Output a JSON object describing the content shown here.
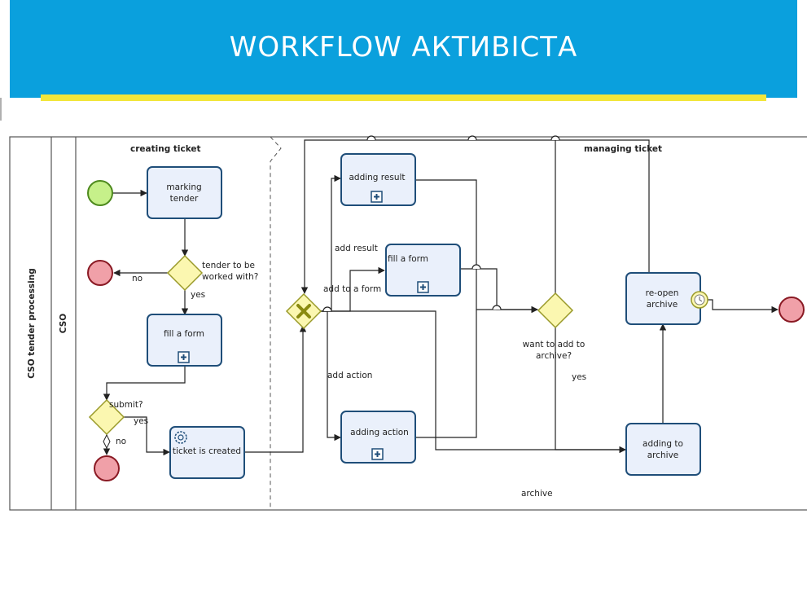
{
  "header": {
    "title": "WORKFLOW АКТИВІСТА"
  },
  "pool": {
    "name": "CSO tender processing",
    "lane": "CSO"
  },
  "groups": {
    "creating": "creating ticket",
    "managing": "managing ticket",
    "archive": "archive"
  },
  "tasks": {
    "marking_tender": [
      "marking",
      "tender"
    ],
    "fill_form_left": "fill a form",
    "ticket_created": "ticket is created",
    "adding_result": "adding result",
    "fill_form_mid": "fill a form",
    "adding_action": "adding  action",
    "reopen_archive": [
      "re-open",
      "archive"
    ],
    "adding_to_archive": [
      "adding to",
      "archive"
    ]
  },
  "gateways": {
    "tender_question": [
      "tender to be",
      "worked with?"
    ],
    "submit_question": "submit?",
    "archive_question": [
      "want to add to",
      "archive?"
    ]
  },
  "flows": {
    "no1": "no",
    "yes1": "yes",
    "yes2": "yes",
    "no2": "no",
    "add_result": "add result",
    "add_form": "add to a form",
    "add_action": "add action",
    "yes3": "yes"
  },
  "colors": {
    "header": "#0aa0dd",
    "underline": "#f2e53a",
    "task_fill": "#eaf0fb",
    "task_border": "#1f4e79",
    "start": "#c6f08a",
    "end": "#f0a0a8",
    "gateway": "#fbf7b0"
  }
}
